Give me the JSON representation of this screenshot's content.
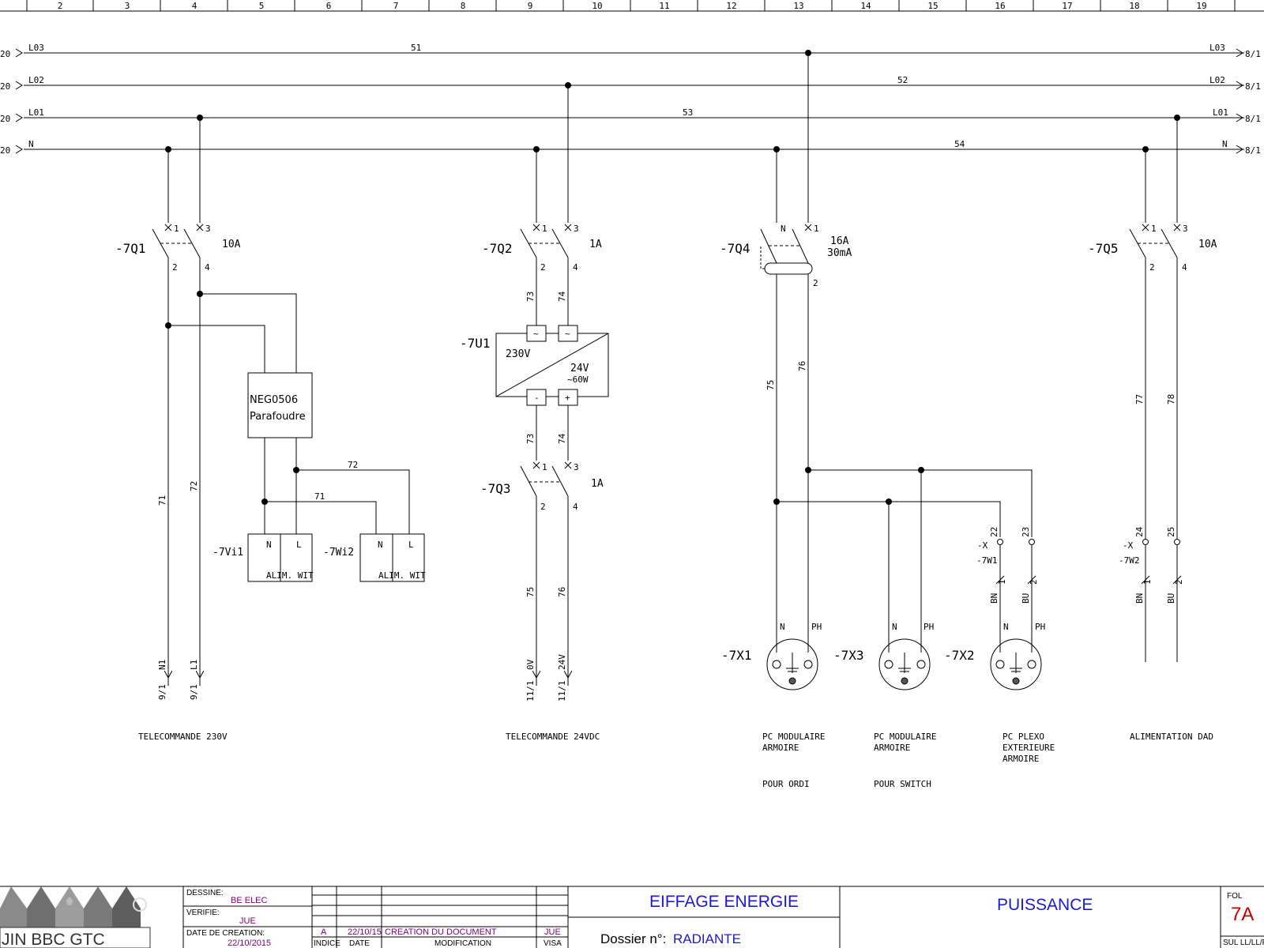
{
  "ruler": {
    "numbers": [
      "2",
      "3",
      "4",
      "5",
      "6",
      "7",
      "8",
      "9",
      "10",
      "11",
      "12",
      "13",
      "14",
      "15",
      "16",
      "17",
      "18",
      "19"
    ]
  },
  "buses": {
    "left_refs": [
      "20",
      "20",
      "20",
      "20"
    ],
    "left_labels": [
      "L03",
      "L02",
      "L01",
      "N"
    ],
    "right_labels": [
      "L03",
      "L02",
      "L01",
      "N"
    ],
    "right_refs": [
      "8/1",
      "8/1",
      "8/1",
      "8/1"
    ],
    "wire_numbers": [
      "51",
      "52",
      "53",
      "54"
    ]
  },
  "circuit1": {
    "breaker_ref": "-7Q1",
    "rating": "10A",
    "term_1": "1",
    "term_3": "3",
    "term_2": "2",
    "term_4": "4",
    "surge": {
      "line1": "NEG0506",
      "line2": "Parafoudre"
    },
    "wire_72": "72",
    "wire_71": "71",
    "wire_71v": "71",
    "wire_72v": "72",
    "psu1": {
      "ref": "-7Vi1",
      "n": "N",
      "l": "L",
      "label": "ALIM. WIT"
    },
    "psu2": {
      "ref": "-7Wi2",
      "n": "N",
      "l": "L",
      "label": "ALIM. WIT"
    },
    "out_n1": "N1",
    "out_l1": "L1",
    "ref_a": "9/1",
    "ref_b": "9/1",
    "caption": "TELECOMMANDE 230V"
  },
  "circuit2": {
    "breaker_ref": "-7Q2",
    "rating": "1A",
    "term_1": "1",
    "term_3": "3",
    "term_2": "2",
    "term_4": "4",
    "wire_73a": "73",
    "wire_74a": "74",
    "psu": {
      "ref": "-7U1",
      "in_a": "~",
      "in_b": "~",
      "vin": "230V",
      "vout": "24V",
      "power": "~60W",
      "out_minus": "-",
      "out_plus": "+"
    },
    "wire_73b": "73",
    "wire_74b": "74",
    "breaker2_ref": "-7Q3",
    "rating2": "1A",
    "t2_1": "1",
    "t2_3": "3",
    "t2_2": "2",
    "t2_4": "4",
    "wire_75": "75",
    "wire_76": "76",
    "out_0v": "0V",
    "out_24v": "24V",
    "ref_a": "11/1",
    "ref_b": "11/1",
    "caption": "TELECOMMANDE 24VDC"
  },
  "circuit3": {
    "breaker_ref": "-7Q4",
    "rating": "16A",
    "sensitivity": "30mA",
    "term_n": "N",
    "term_1": "1",
    "term_2": "2",
    "wire_75": "75",
    "wire_76": "76",
    "socket1": {
      "ref": "-7X1",
      "n": "N",
      "ph": "PH",
      "cap1": "PC MODULAIRE",
      "cap2": "ARMOIRE",
      "note": "POUR ORDI"
    },
    "socket3": {
      "ref": "-7X3",
      "n": "N",
      "ph": "PH",
      "cap1": "PC MODULAIRE",
      "cap2": "ARMOIRE",
      "note": "POUR SWITCH"
    },
    "socket2": {
      "ref": "-7X2",
      "n": "N",
      "ph": "PH",
      "cap1": "PC PLEXO",
      "cap2": "EXTERIEURE",
      "cap3": "ARMOIRE"
    },
    "term_x": "-X",
    "term_22": "22",
    "term_23": "23",
    "cable": "-7W1",
    "bn": "BN",
    "bn_no": "1",
    "bu": "BU",
    "bu_no": "2"
  },
  "circuit4": {
    "breaker_ref": "-7Q5",
    "rating": "10A",
    "term_1": "1",
    "term_3": "3",
    "term_2": "2",
    "term_4": "4",
    "wire_77": "77",
    "wire_78": "78",
    "term_x": "-X",
    "term_24": "24",
    "term_25": "25",
    "cable": "-7W2",
    "bn": "BN",
    "bn_no": "1",
    "bu": "BU",
    "bu_no": "2",
    "caption": "ALIMENTATION DAD"
  },
  "title_block": {
    "logo_text": "JIN BBC GTC",
    "dessine_label": "DESSINE:",
    "dessine_value": "BE ELEC",
    "verifie_label": "VERIFIE:",
    "verifie_value": "JUE",
    "date_label": "DATE DE CREATION:",
    "date_value": "22/10/2015",
    "rev_index": "A",
    "rev_date": "22/10/15",
    "rev_desc": "CREATION DU DOCUMENT",
    "rev_visa": "JUE",
    "col_indice": "INDICE",
    "col_date": "DATE",
    "col_modif": "MODIFICATION",
    "col_visa": "VISA",
    "company": "EIFFAGE ENERGIE",
    "dossier_label": "Dossier n°:",
    "dossier_value": "RADIANTE",
    "sheet_title": "PUISSANCE",
    "folio_label": "FOL",
    "folio_value": "7A",
    "tiny": "SUL LL/LL/FRG-L"
  }
}
